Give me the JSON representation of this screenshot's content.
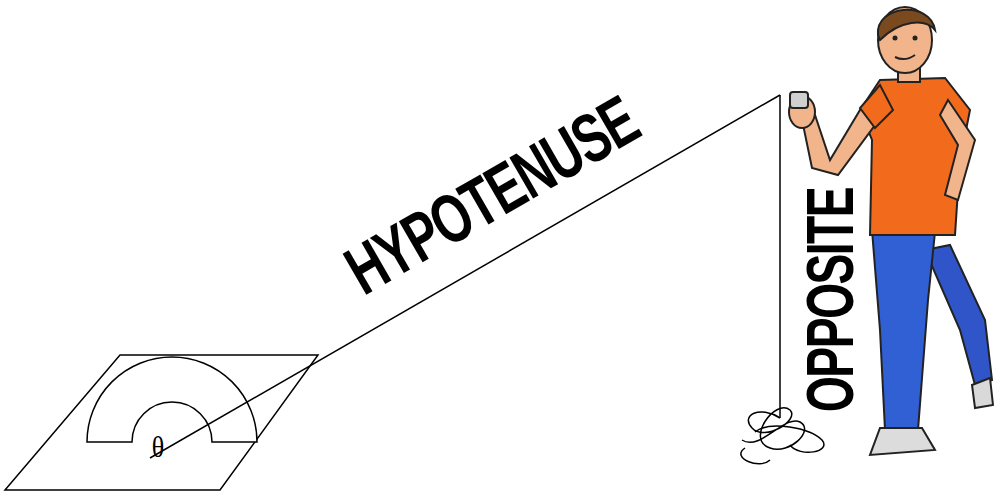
{
  "diagram": {
    "labels": [
      "HYPOTENUSE",
      "OPPOSITE",
      "θ"
    ]
  }
}
